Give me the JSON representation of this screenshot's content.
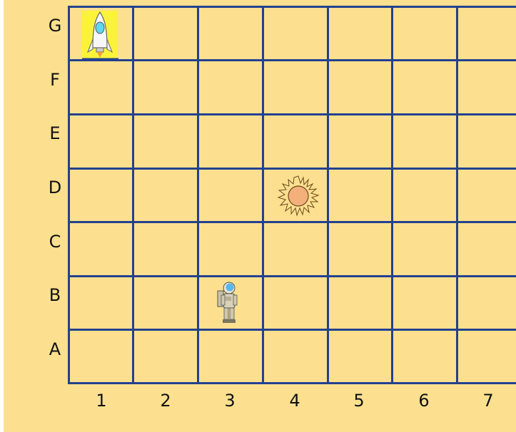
{
  "grid": {
    "rows": [
      "G",
      "F",
      "E",
      "D",
      "C",
      "B",
      "A"
    ],
    "columns": [
      "1",
      "2",
      "3",
      "4",
      "5",
      "6",
      "7"
    ],
    "line_color": "#23418f",
    "background": "#fde08f"
  },
  "pieces": [
    {
      "name": "rocket",
      "icon": "rocket-icon",
      "cell": "G1"
    },
    {
      "name": "sun",
      "icon": "sun-icon",
      "cell": "D4"
    },
    {
      "name": "astronaut",
      "icon": "astronaut-icon",
      "cell": "B3"
    }
  ]
}
